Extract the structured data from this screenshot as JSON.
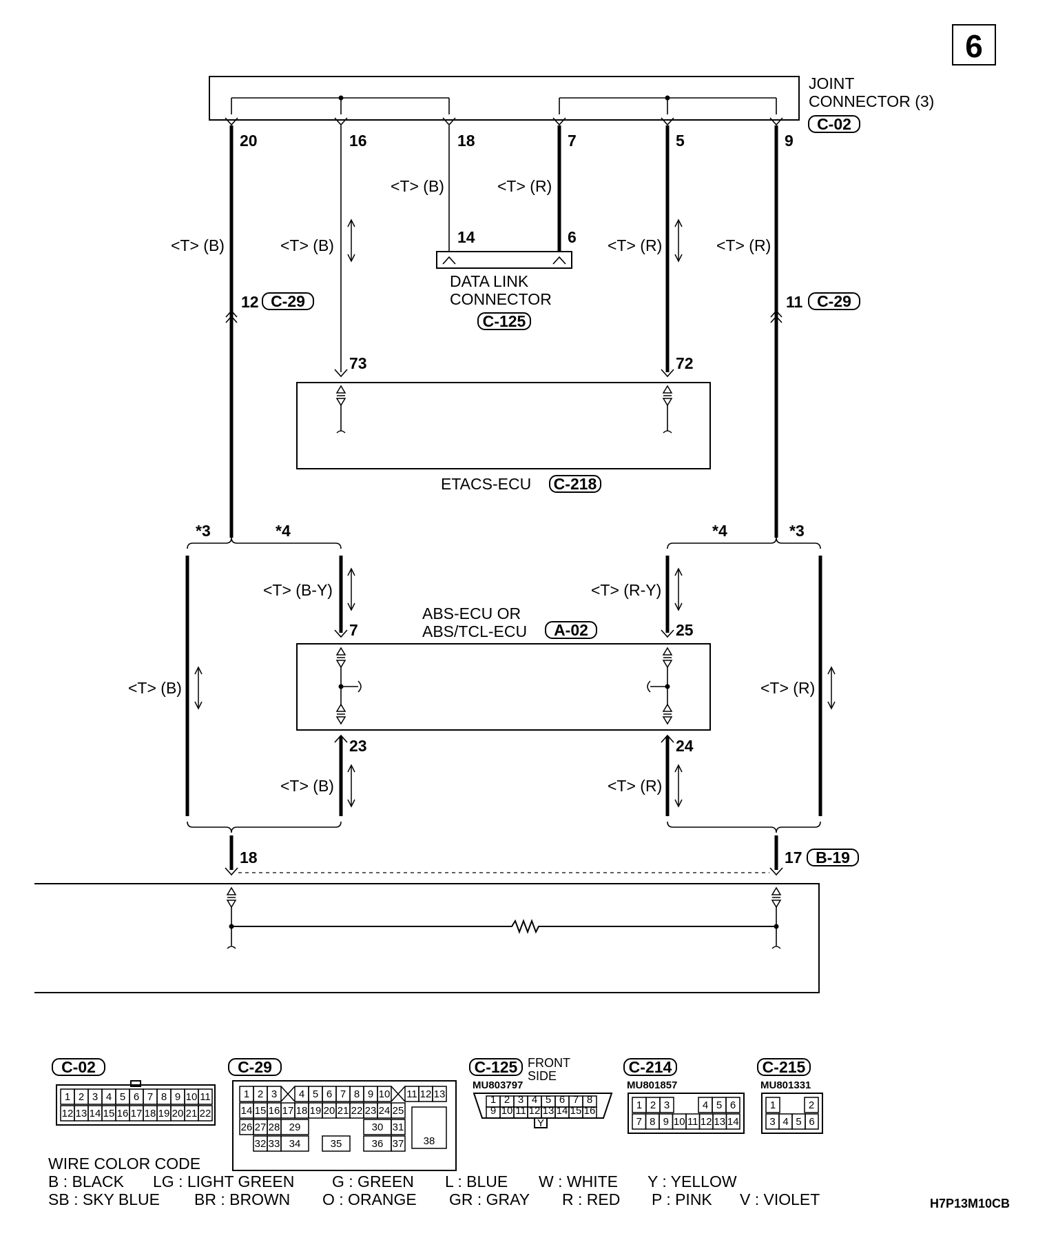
{
  "page_number": "6",
  "joint_connector": {
    "label_line1": "JOINT",
    "label_line2": "CONNECTOR (3)",
    "tag": "C-02"
  },
  "jc_pins": [
    "20",
    "16",
    "18",
    "7",
    "5",
    "9"
  ],
  "wire_labels": {
    "t_b": "<T> (B)",
    "t_r": "<T> (R)",
    "t_by": "<T> (B-Y)",
    "t_ry": "<T> (R-Y)"
  },
  "data_link": {
    "line1": "DATA LINK",
    "line2": "CONNECTOR",
    "tag": "C-125",
    "pin_left": "14",
    "pin_right": "6"
  },
  "c29_left": {
    "pin": "12",
    "tag": "C-29"
  },
  "c29_right": {
    "pin": "11",
    "tag": "C-29"
  },
  "etacs": {
    "label": "ETACS-ECU",
    "tag": "C-218",
    "pin_left": "73",
    "pin_right": "72"
  },
  "variant_marks": {
    "star3": "*3",
    "star4": "*4"
  },
  "abs": {
    "line1": "ABS-ECU OR",
    "line2": "ABS/TCL-ECU",
    "tag": "A-02",
    "pin_tl": "7",
    "pin_tr": "25",
    "pin_bl": "23",
    "pin_br": "24"
  },
  "bottom": {
    "pin_left": "18",
    "pin_right": "17",
    "tag": "B-19"
  },
  "connectors": {
    "c02": {
      "tag": "C-02",
      "row1": [
        "1",
        "2",
        "3",
        "4",
        "5",
        "6",
        "7",
        "8",
        "9",
        "10",
        "11"
      ],
      "row2": [
        "12",
        "13",
        "14",
        "15",
        "16",
        "17",
        "18",
        "19",
        "20",
        "21",
        "22"
      ]
    },
    "c29": {
      "tag": "C-29",
      "row1": [
        "1",
        "2",
        "3",
        "4",
        "5",
        "6",
        "7",
        "8",
        "9",
        "10",
        "11",
        "12",
        "13"
      ],
      "row2": [
        "14",
        "15",
        "16",
        "17",
        "18",
        "19",
        "20",
        "21",
        "22",
        "23",
        "24",
        "25"
      ],
      "row3": [
        "26",
        "27",
        "28",
        "29",
        "30",
        "31"
      ],
      "row4": [
        "32",
        "33",
        "34",
        "35",
        "36",
        "37"
      ],
      "big": "38"
    },
    "c125": {
      "tag": "C-125",
      "side_line1": "FRONT",
      "side_line2": "SIDE",
      "part": "MU803797",
      "row1": [
        "1",
        "2",
        "3",
        "4",
        "5",
        "6",
        "7",
        "8"
      ],
      "row2": [
        "9",
        "10",
        "11",
        "12",
        "13",
        "14",
        "15",
        "16"
      ],
      "key": "Y"
    },
    "c214": {
      "tag": "C-214",
      "part": "MU801857",
      "row1": [
        "1",
        "2",
        "3",
        "4",
        "5",
        "6"
      ],
      "row2": [
        "7",
        "8",
        "9",
        "10",
        "11",
        "12",
        "13",
        "14"
      ]
    },
    "c215": {
      "tag": "C-215",
      "part": "MU801331",
      "row1": [
        "1",
        "2"
      ],
      "row2": [
        "3",
        "4",
        "5",
        "6"
      ]
    }
  },
  "color_code": {
    "title": "WIRE COLOR CODE",
    "row1": [
      "B : BLACK",
      "LG : LIGHT GREEN",
      "G : GREEN",
      "L : BLUE",
      "W : WHITE",
      "Y : YELLOW"
    ],
    "row2": [
      "SB : SKY BLUE",
      "BR : BROWN",
      "O : ORANGE",
      "GR : GRAY",
      "R : RED",
      "P : PINK",
      "V : VIOLET"
    ]
  },
  "figure_code": "H7P13M10CB"
}
